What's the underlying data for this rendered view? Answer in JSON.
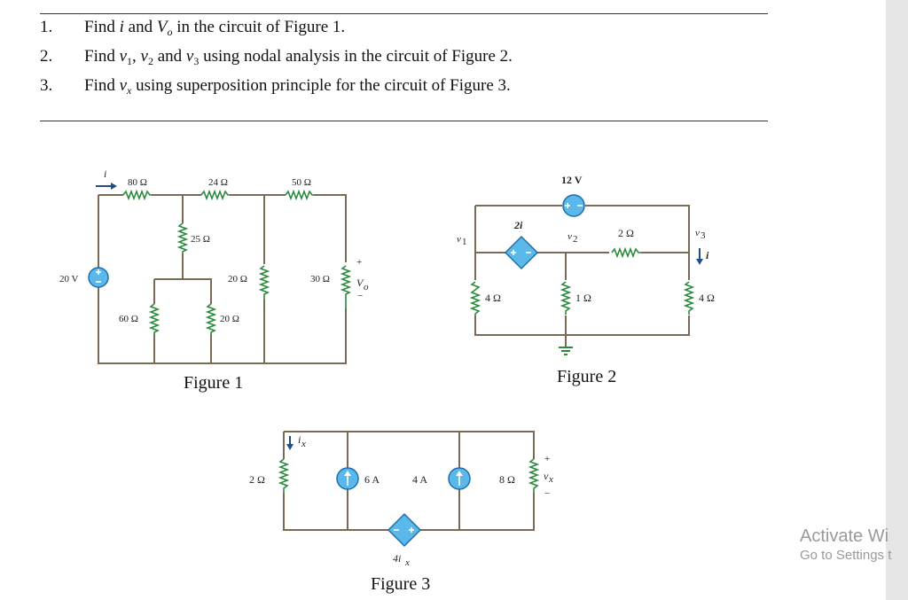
{
  "questions": [
    {
      "num": "1.",
      "text_html": "Find <i>i</i> and <i>V</i><span class=\"sub\"><i>o</i></span> in the circuit of Figure 1."
    },
    {
      "num": "2.",
      "text_html": "Find <i>v</i><span class=\"sub\">1</span>, <i>v</i><span class=\"sub\">2</span> and <i>v</i><span class=\"sub\">3</span> using nodal analysis in the circuit of Figure 2."
    },
    {
      "num": "3.",
      "text_html": "Find <i>v</i><span class=\"sub\"><i>x</i></span> using superposition principle for the circuit of Figure 3."
    }
  ],
  "figure1": {
    "caption": "Figure 1",
    "source": "20 V",
    "current_label": "i",
    "r_80": "80 Ω",
    "r_24": "24 Ω",
    "r_50": "50 Ω",
    "r_25": "25 Ω",
    "r_20a": "20 Ω",
    "r_30": "30 Ω",
    "r_60": "60 Ω",
    "r_20b": "20 Ω",
    "vo": "V",
    "vo_sub": "o",
    "plus": "+",
    "minus": "−"
  },
  "figure2": {
    "caption": "Figure 2",
    "source": "12 V",
    "dep_source": "2i",
    "v1": "v",
    "v1_sub": "1",
    "v2": "v",
    "v2_sub": "2",
    "v3": "v",
    "v3_sub": "3",
    "r_2": "2 Ω",
    "r_4a": "4 Ω",
    "r_1": "1 Ω",
    "r_4b": "4 Ω",
    "current_label": "i"
  },
  "figure3": {
    "caption": "Figure 3",
    "ix": "i",
    "ix_sub": "x",
    "r_2": "2 Ω",
    "s_6": "6 A",
    "s_4": "4 A",
    "r_8": "8 Ω",
    "vx": "v",
    "vx_sub": "x",
    "dep": "4i",
    "dep_sub": "x",
    "plus": "+",
    "minus": "−"
  },
  "watermark": {
    "line1": "Activate Wi",
    "line2": "Go to Settings t"
  },
  "colors": {
    "wire": "#7a6a55",
    "resistor": "#2b8a3e",
    "source_fill": "#5bb8ea",
    "source_stroke": "#1f6fae"
  }
}
